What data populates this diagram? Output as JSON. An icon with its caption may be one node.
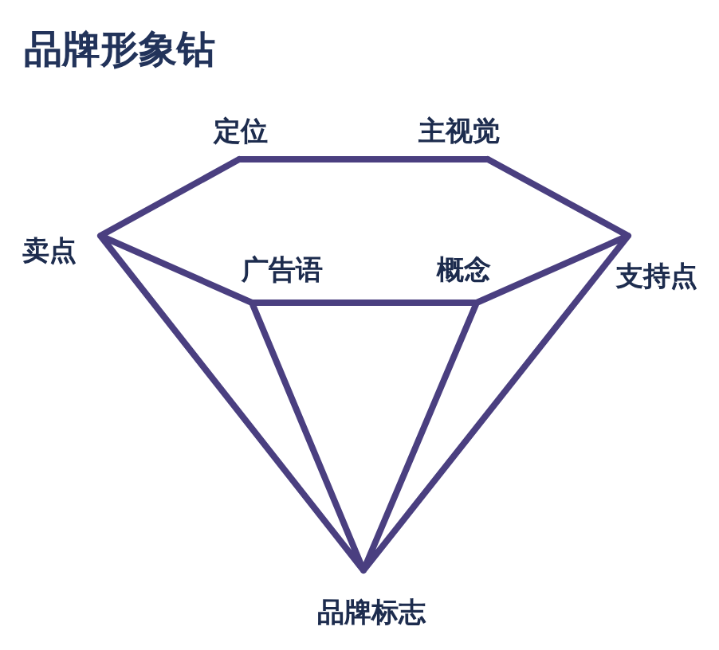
{
  "diagram": {
    "title": "品牌形象钻",
    "labels": [
      "定位",
      "主视觉",
      "卖点",
      "广告语",
      "概念",
      "支持点",
      "品牌标志"
    ]
  }
}
